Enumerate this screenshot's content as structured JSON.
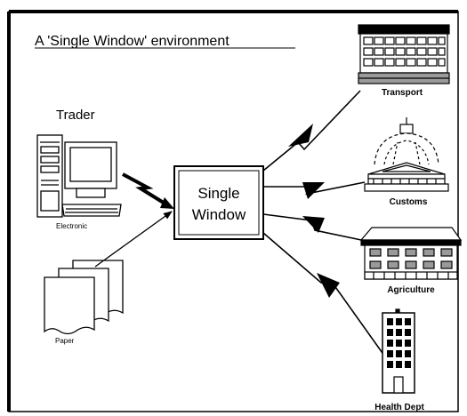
{
  "title": "A 'Single Window' environment",
  "center": {
    "line1": "Single",
    "line2": "Window"
  },
  "sources": {
    "trader": "Trader",
    "electronic": "Electronic",
    "paper": "Paper"
  },
  "agencies": {
    "transport": "Transport",
    "customs": "Customs",
    "agriculture": "Agriculture",
    "health": "Health Dept"
  },
  "colors": {
    "ink": "#000000",
    "background": "#ffffff",
    "shade": "#9a9a9a"
  }
}
